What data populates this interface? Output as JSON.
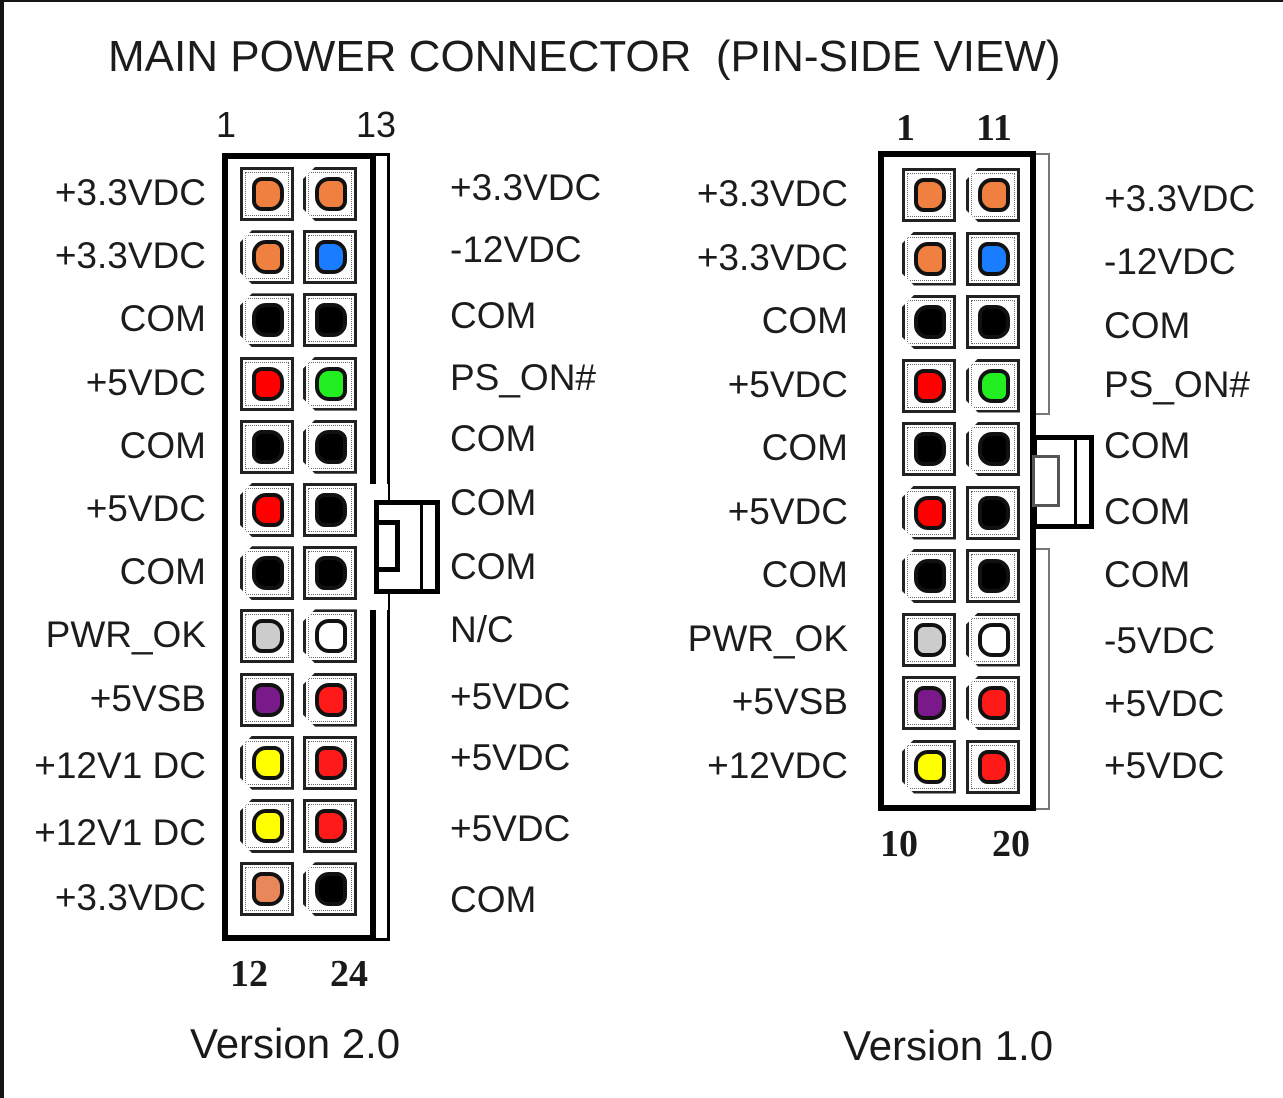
{
  "title": "MAIN POWER CONNECTOR  (PIN-SIDE VIEW)",
  "connectors": [
    {
      "version_label": "Version 2.0",
      "corner_pins": {
        "top_left": "1",
        "top_right": "13",
        "bottom_left": "12",
        "bottom_right": "24"
      },
      "left_labels": [
        "+3.3VDC",
        "+3.3VDC",
        "COM",
        "+5VDC",
        "COM",
        "+5VDC",
        "COM",
        "PWR_OK",
        "+5VSB",
        "+12V1 DC",
        "+12V1 DC",
        "+3.3VDC"
      ],
      "right_labels": [
        "+3.3VDC",
        "-12VDC",
        "COM",
        "PS_ON#",
        "COM",
        "COM",
        "COM",
        "N/C",
        "+5VDC",
        "+5VDC",
        "+5VDC",
        "COM"
      ],
      "left_colors": [
        "#f08040",
        "#f08040",
        "#000000",
        "#ff0000",
        "#000000",
        "#ff0000",
        "#000000",
        "#cccccc",
        "#7a1a8a",
        "#ffff00",
        "#ffff00",
        "#e8875a"
      ],
      "right_colors": [
        "#f08040",
        "#1a7cff",
        "#000000",
        "#22ee22",
        "#000000",
        "#000000",
        "#000000",
        "#ffffff",
        "#ff1a1a",
        "#ff1a1a",
        "#ff1a1a",
        "#000000"
      ]
    },
    {
      "version_label": "Version 1.0",
      "corner_pins": {
        "top_left": "1",
        "top_right": "11",
        "bottom_left": "10",
        "bottom_right": "20"
      },
      "left_labels": [
        "+3.3VDC",
        "+3.3VDC",
        "COM",
        "+5VDC",
        "COM",
        "+5VDC",
        "COM",
        "PWR_OK",
        "+5VSB",
        "+12VDC"
      ],
      "right_labels": [
        "+3.3VDC",
        "-12VDC",
        "COM",
        "PS_ON#",
        "COM",
        "COM",
        "COM",
        "-5VDC",
        "+5VDC",
        "+5VDC"
      ],
      "left_colors": [
        "#f08040",
        "#f08040",
        "#000000",
        "#ff0000",
        "#000000",
        "#ff0000",
        "#000000",
        "#cccccc",
        "#7a1a8a",
        "#ffff00"
      ],
      "right_colors": [
        "#f08040",
        "#1a7cff",
        "#000000",
        "#22ee22",
        "#000000",
        "#000000",
        "#000000",
        "#ffffff",
        "#ff1a1a",
        "#ff1a1a"
      ]
    }
  ]
}
